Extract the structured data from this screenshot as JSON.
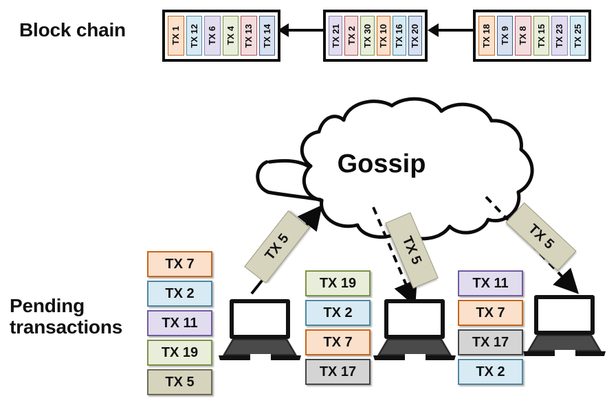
{
  "labels": {
    "blockchain": "Block chain",
    "pending_line1": "Pending",
    "pending_line2": "transactions",
    "gossip": "Gossip"
  },
  "colors": {
    "orange_fill": "#fbe0cb",
    "orange_border": "#c5651c",
    "blue_fill": "#d8eaf3",
    "blue_border": "#4e87a0",
    "purple_fill": "#e2dcef",
    "purple_border": "#6f5ba0",
    "green_fill": "#e8eeda",
    "green_border": "#7d9149",
    "pink_fill": "#f3dcdd",
    "pink_border": "#a85055",
    "steel_fill": "#d6e0f0",
    "steel_border": "#3c5a87",
    "gray_fill": "#d4d4d4",
    "gray_border": "#444444",
    "khaki_fill": "#d7d4bd",
    "khaki_border": "#6e6b55",
    "outline": "#0d0d0d"
  },
  "blockchain": {
    "blocks": [
      {
        "name": "block-1",
        "transactions": [
          {
            "label": "TX 1",
            "fill": "#fbe0cb",
            "border": "#c5651c"
          },
          {
            "label": "TX 12",
            "fill": "#d8eaf3",
            "border": "#4e87a0"
          },
          {
            "label": "TX 6",
            "fill": "#e2dcef",
            "border": "#8d82ac"
          },
          {
            "label": "TX 4",
            "fill": "#e8eeda",
            "border": "#7d9149"
          },
          {
            "label": "TX 13",
            "fill": "#f3dcdd",
            "border": "#a85055"
          },
          {
            "label": "TX 14",
            "fill": "#d6e0f0",
            "border": "#3c5a87"
          }
        ]
      },
      {
        "name": "block-2",
        "transactions": [
          {
            "label": "TX 21",
            "fill": "#e2dcef",
            "border": "#8d82ac"
          },
          {
            "label": "TX 2",
            "fill": "#f3dcdd",
            "border": "#a85055"
          },
          {
            "label": "TX 30",
            "fill": "#e8eeda",
            "border": "#7d9149"
          },
          {
            "label": "TX 10",
            "fill": "#fbe0cb",
            "border": "#c5651c"
          },
          {
            "label": "TX 16",
            "fill": "#d8eaf3",
            "border": "#4e87a0"
          },
          {
            "label": "TX 20",
            "fill": "#d6e0f0",
            "border": "#3c5a87"
          }
        ]
      },
      {
        "name": "block-3",
        "transactions": [
          {
            "label": "TX 18",
            "fill": "#fbe0cb",
            "border": "#c5651c"
          },
          {
            "label": "TX 9",
            "fill": "#d6e0f0",
            "border": "#3c5a87"
          },
          {
            "label": "TX 8",
            "fill": "#f3dcdd",
            "border": "#a85055"
          },
          {
            "label": "TX 15",
            "fill": "#e8eeda",
            "border": "#7d9149"
          },
          {
            "label": "TX 23",
            "fill": "#e2dcef",
            "border": "#8d82ac"
          },
          {
            "label": "TX 25",
            "fill": "#d8eaf3",
            "border": "#4e87a0"
          }
        ]
      }
    ],
    "arrows": [
      {
        "name": "chain-arrow-1",
        "direction": "left"
      },
      {
        "name": "chain-arrow-2",
        "direction": "left"
      }
    ]
  },
  "gossip_tags": [
    {
      "name": "tx5-tag-left",
      "label": "TX 5"
    },
    {
      "name": "tx5-tag-middle",
      "label": "TX 5"
    },
    {
      "name": "tx5-tag-right",
      "label": "TX 5"
    }
  ],
  "gossip_arrows": [
    {
      "name": "gossip-arrow-upload",
      "style": "solid",
      "direction": "up-right"
    },
    {
      "name": "gossip-arrow-deliver-middle",
      "style": "dashed",
      "direction": "down-right"
    },
    {
      "name": "gossip-arrow-deliver-right",
      "style": "dashed",
      "direction": "down-right"
    }
  ],
  "nodes": [
    {
      "name": "node-left",
      "laptop": "laptop-icon-left",
      "pending": [
        {
          "label": "TX 7",
          "fill": "#fbe0cb",
          "border": "#c5651c"
        },
        {
          "label": "TX 2",
          "fill": "#d8eaf3",
          "border": "#4e87a0"
        },
        {
          "label": "TX 11",
          "fill": "#e2dcef",
          "border": "#6f5ba0"
        },
        {
          "label": "TX 19",
          "fill": "#e8eeda",
          "border": "#7d9149"
        },
        {
          "label": "TX 5",
          "fill": "#d7d4bd",
          "border": "#6e6b55"
        }
      ]
    },
    {
      "name": "node-middle",
      "laptop": "laptop-icon-middle",
      "pending": [
        {
          "label": "TX 19",
          "fill": "#e8eeda",
          "border": "#7d9149"
        },
        {
          "label": "TX 2",
          "fill": "#d8eaf3",
          "border": "#4e87a0"
        },
        {
          "label": "TX 7",
          "fill": "#fbe0cb",
          "border": "#c5651c"
        },
        {
          "label": "TX 17",
          "fill": "#d4d4d4",
          "border": "#444444"
        }
      ]
    },
    {
      "name": "node-right",
      "laptop": "laptop-icon-right",
      "pending": [
        {
          "label": "TX 11",
          "fill": "#e2dcef",
          "border": "#6f5ba0"
        },
        {
          "label": "TX 7",
          "fill": "#fbe0cb",
          "border": "#c5651c"
        },
        {
          "label": "TX 17",
          "fill": "#d4d4d4",
          "border": "#444444"
        },
        {
          "label": "TX 2",
          "fill": "#d8eaf3",
          "border": "#4e87a0"
        }
      ]
    }
  ]
}
